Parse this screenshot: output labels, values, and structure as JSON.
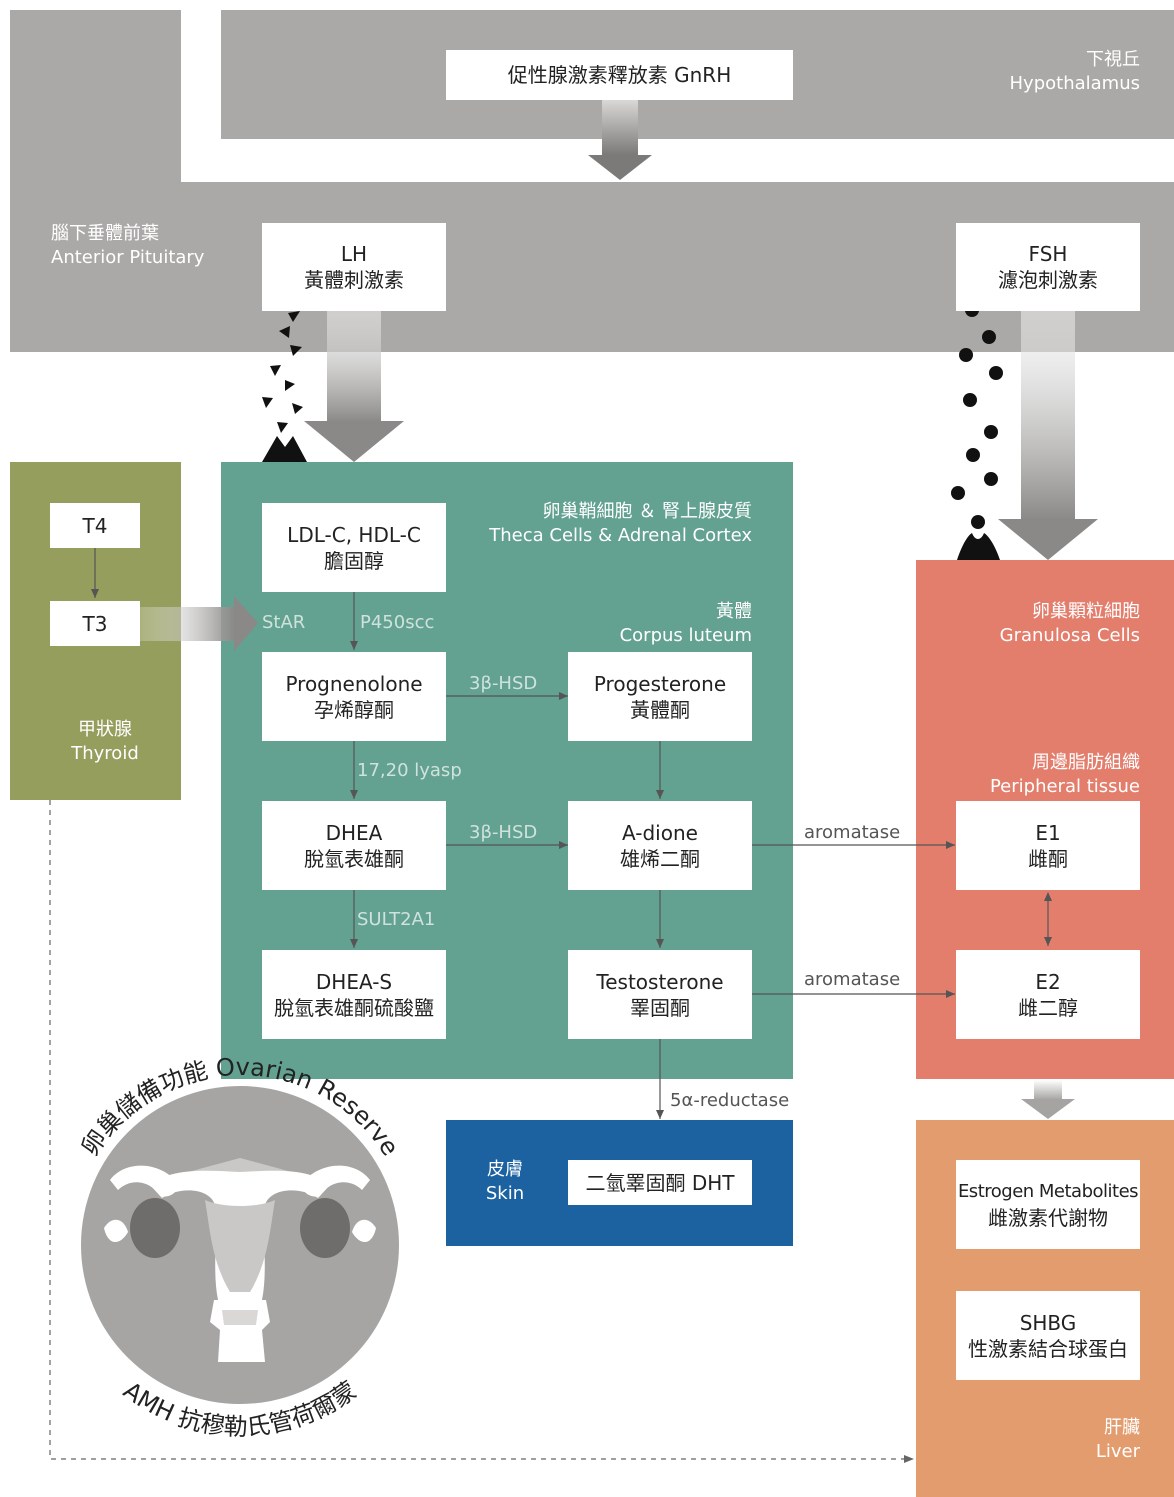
{
  "colors": {
    "grey_region": "#aaa9a7",
    "theca_region": "#63a191",
    "thyroid_region": "#969e5d",
    "granulosa_region": "#e37e6d",
    "skin_region": "#1c62a1",
    "liver_region": "#e29c6e",
    "reserve_circle": "#a6a5a3",
    "box_fill": "#ffffff"
  },
  "regions": {
    "hypothalamus": {
      "zh": "下視丘",
      "en": "Hypothalamus"
    },
    "pituitary": {
      "zh": "腦下垂體前葉",
      "en": "Anterior Pituitary"
    },
    "thyroid": {
      "zh": "甲狀腺",
      "en": "Thyroid"
    },
    "theca": {
      "zh": "卵巢鞘細胞 ＆ 腎上腺皮質",
      "en": "Theca Cells & Adrenal Cortex"
    },
    "corpus_luteum": {
      "zh": "黃體",
      "en": "Corpus luteum"
    },
    "granulosa": {
      "zh": "卵巢顆粒細胞",
      "en": "Granulosa Cells"
    },
    "peripheral": {
      "zh": "周邊脂肪組織",
      "en": "Peripheral tissue"
    },
    "skin": {
      "zh": "皮膚",
      "en": "Skin"
    },
    "liver": {
      "zh": "肝臟",
      "en": "Liver"
    }
  },
  "boxes": {
    "gnrh": {
      "line1": "促性腺激素釋放素 GnRH"
    },
    "lh": {
      "line1": "LH",
      "line2": "黃體刺激素"
    },
    "fsh": {
      "line1": "FSH",
      "line2": "濾泡刺激素"
    },
    "t4": {
      "line1": "T4"
    },
    "t3": {
      "line1": "T3"
    },
    "ldl": {
      "line1": "LDL-C, HDL-C",
      "line2": "膽固醇"
    },
    "pregnenolone": {
      "line1": "Prognenolone",
      "line2": "孕烯醇酮"
    },
    "progesterone": {
      "line1": "Progesterone",
      "line2": "黃體酮"
    },
    "dhea": {
      "line1": "DHEA",
      "line2": "脫氫表雄酮"
    },
    "adione": {
      "line1": "A-dione",
      "line2": "雄烯二酮"
    },
    "dheas": {
      "line1": "DHEA-S",
      "line2": "脫氫表雄酮硫酸鹽"
    },
    "testosterone": {
      "line1": "Testosterone",
      "line2": "睪固酮"
    },
    "e1": {
      "line1": "E1",
      "line2": "雌酮"
    },
    "e2": {
      "line1": "E2",
      "line2": "雌二醇"
    },
    "dht": {
      "line1": "二氫睪固酮 DHT"
    },
    "metabolites": {
      "line1": "Estrogen Metabolites",
      "line2": "雌激素代謝物"
    },
    "shbg": {
      "line1": "SHBG",
      "line2": "性激素結合球蛋白"
    }
  },
  "enzymes": {
    "star": "StAR",
    "p450scc": "P450scc",
    "hsd1": "3β-HSD",
    "lyase": "17,20 lyasp",
    "hsd2": "3β-HSD",
    "sult": "SULT2A1",
    "aromatase1": "aromatase",
    "aromatase2": "aromatase",
    "reductase": "5α-reductase"
  },
  "reserve": {
    "top_text": "卵巢儲備功能 Ovarian Reserve",
    "bottom_text": "AMH 抗穆勒氏管荷爾蒙"
  }
}
